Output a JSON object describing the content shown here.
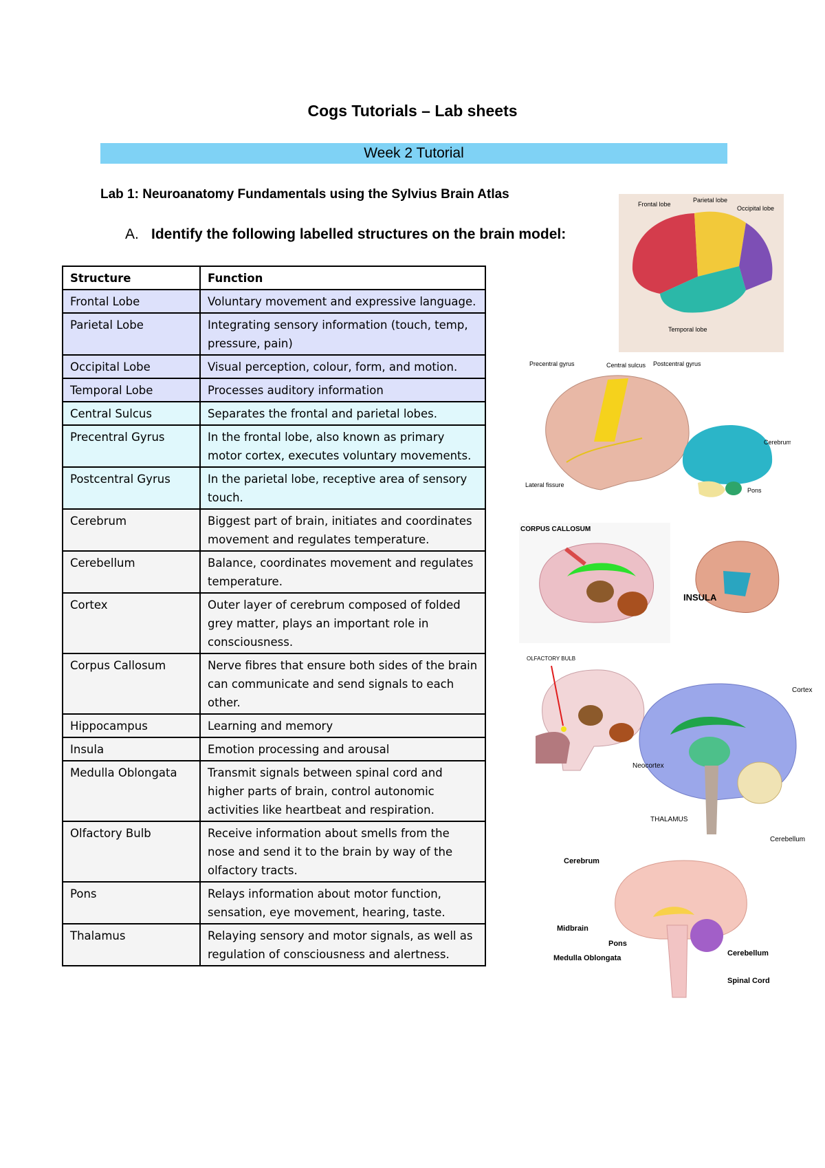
{
  "title": "Cogs Tutorials – Lab sheets",
  "week_banner": "Week 2 Tutorial",
  "lab_heading": "Lab 1: Neuroanatomy Fundamentals using the Sylvius Brain Atlas",
  "instruction": {
    "marker": "A.",
    "text": "Identify the following labelled structures on the brain model:"
  },
  "table": {
    "headers": [
      "Structure",
      "Function"
    ],
    "rows": [
      {
        "structure": "Frontal Lobe",
        "function": "Voluntary movement and expressive language.",
        "shade": "blue"
      },
      {
        "structure": "Parietal Lobe",
        "function": "Integrating sensory information (touch, temp, pressure, pain)",
        "shade": "blue"
      },
      {
        "structure": "Occipital Lobe",
        "function": "Visual perception, colour, form, and motion.",
        "shade": "blue"
      },
      {
        "structure": "Temporal Lobe",
        "function": "Processes auditory information",
        "shade": "blue"
      },
      {
        "structure": "Central Sulcus",
        "function": "Separates the frontal and parietal lobes.",
        "shade": "cyan"
      },
      {
        "structure": "Precentral Gyrus",
        "function": "In the frontal lobe, also known as primary motor cortex, executes voluntary movements.",
        "shade": "cyan"
      },
      {
        "structure": "Postcentral Gyrus",
        "function": "In the parietal lobe, receptive area of sensory touch.",
        "shade": "cyan"
      },
      {
        "structure": "Cerebrum",
        "function": "Biggest part of brain, initiates and coordinates movement and regulates temperature.",
        "shade": "grey"
      },
      {
        "structure": "Cerebellum",
        "function": "Balance, coordinates movement and regulates temperature.",
        "shade": "grey"
      },
      {
        "structure": "Cortex",
        "function": "Outer layer of cerebrum composed of folded grey matter, plays an important role in consciousness.",
        "shade": "grey"
      },
      {
        "structure": "Corpus Callosum",
        "function": "Nerve fibres that ensure both sides of the brain can communicate and send signals to each other.",
        "shade": "grey"
      },
      {
        "structure": "Hippocampus",
        "function": "Learning and memory",
        "shade": "grey"
      },
      {
        "structure": "Insula",
        "function": "Emotion processing and arousal",
        "shade": "grey"
      },
      {
        "structure": "Medulla Oblongata",
        "function": "Transmit signals between spinal cord and higher parts of brain, control autonomic activities like heartbeat and respiration.",
        "shade": "grey"
      },
      {
        "structure": "Olfactory Bulb",
        "function": "Receive information about smells from the nose and send it to the brain by way of the olfactory tracts.",
        "shade": "grey"
      },
      {
        "structure": "Pons",
        "function": "Relays information about motor function, sensation, eye movement, hearing, taste.",
        "shade": "grey"
      },
      {
        "structure": "Thalamus",
        "function": "Relaying sensory and motor signals, as well as regulation of consciousness and alertness.",
        "shade": "grey"
      }
    ]
  },
  "figures": {
    "lobes": {
      "labels": [
        "Frontal lobe",
        "Parietal lobe",
        "Occipital lobe",
        "Temporal lobe"
      ]
    },
    "gyri": {
      "labels": [
        "Precentral gyrus",
        "Central sulcus",
        "Postcentral gyrus",
        "Lateral fissure"
      ]
    },
    "cerebrum_small": {
      "labels": [
        "Cerebrum",
        "Pons"
      ]
    },
    "corpus_callosum": {
      "labels": [
        "CORPUS CALLOSUM"
      ]
    },
    "insula": {
      "labels": [
        "INSULA"
      ]
    },
    "olfactory": {
      "labels": [
        "OLFACTORY BULB"
      ]
    },
    "cortex": {
      "labels": [
        "Cortex",
        "Neocortex",
        "THALAMUS",
        "Cerebellum"
      ]
    },
    "sagittal": {
      "labels": [
        "Cerebrum",
        "Midbrain",
        "Pons",
        "Medulla Oblongata",
        "Cerebellum",
        "Spinal Cord"
      ]
    }
  },
  "colors": {
    "banner": "#7fd2f5",
    "shade_blue": "#dde1fb",
    "shade_cyan": "#e0f8fc",
    "shade_grey": "#f4f4f4"
  }
}
